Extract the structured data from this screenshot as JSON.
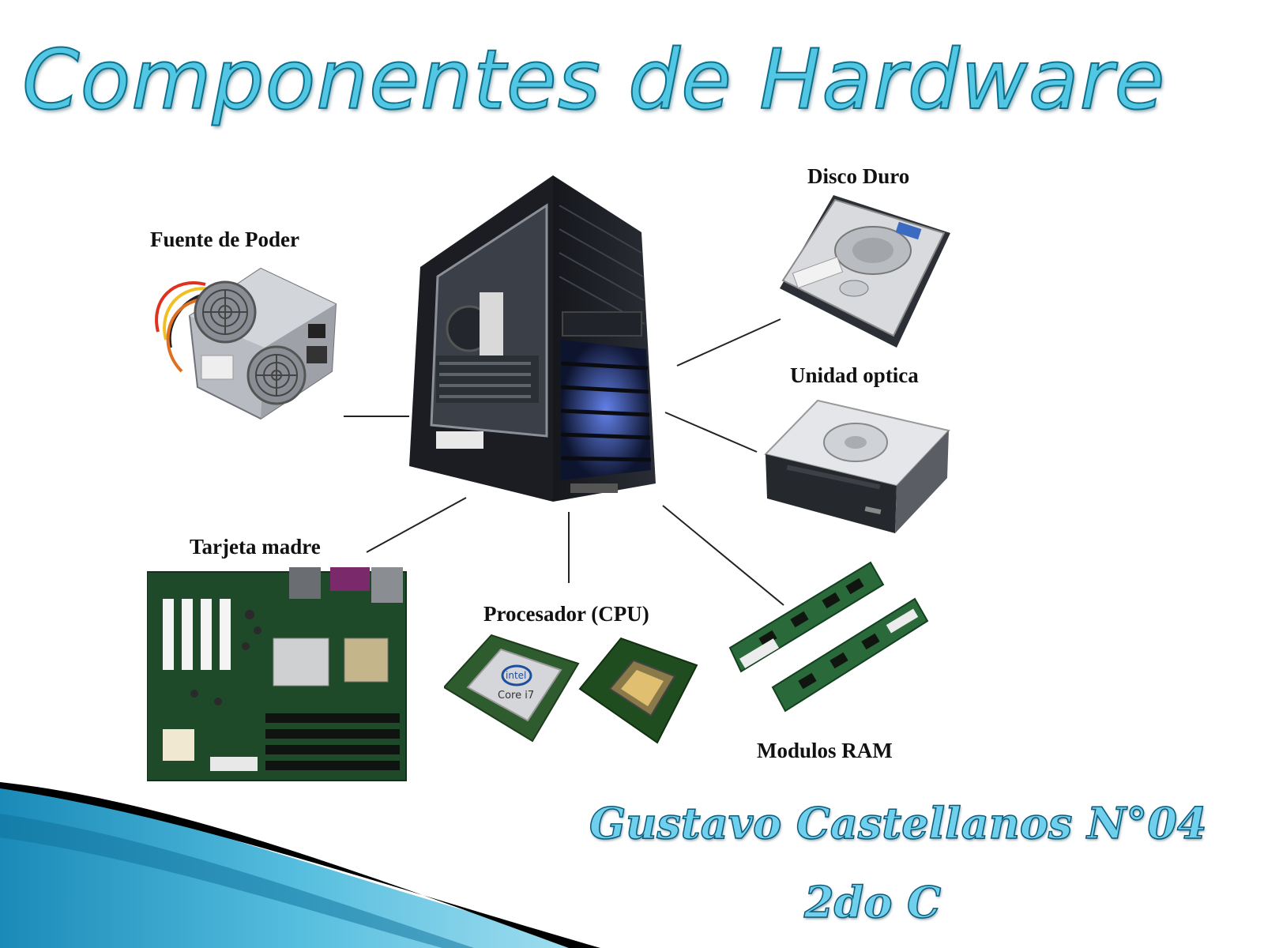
{
  "slide": {
    "title": "Componentes de Hardware",
    "signature_line1": "Gustavo Castellanos N°04",
    "signature_line2": "2do C"
  },
  "diagram": {
    "center": "case-icon",
    "components": [
      {
        "label": "Fuente de Poder",
        "icon": "power-supply-icon"
      },
      {
        "label": "Disco Duro",
        "icon": "hard-disk-icon"
      },
      {
        "label": "Unidad optica",
        "icon": "optical-drive-icon"
      },
      {
        "label": "Tarjeta madre",
        "icon": "motherboard-icon"
      },
      {
        "label": "Procesador (CPU)",
        "icon": "cpu-icon"
      },
      {
        "label": "Modulos RAM",
        "icon": "ram-icon"
      }
    ]
  },
  "colors": {
    "title_fill": "#52c7e3",
    "title_stroke": "#0e6f8a",
    "accent_blue": "#2a9fc9",
    "swoosh_dark": "#000000",
    "case": "#1a1c22",
    "case_glow": "#3b6cff"
  }
}
